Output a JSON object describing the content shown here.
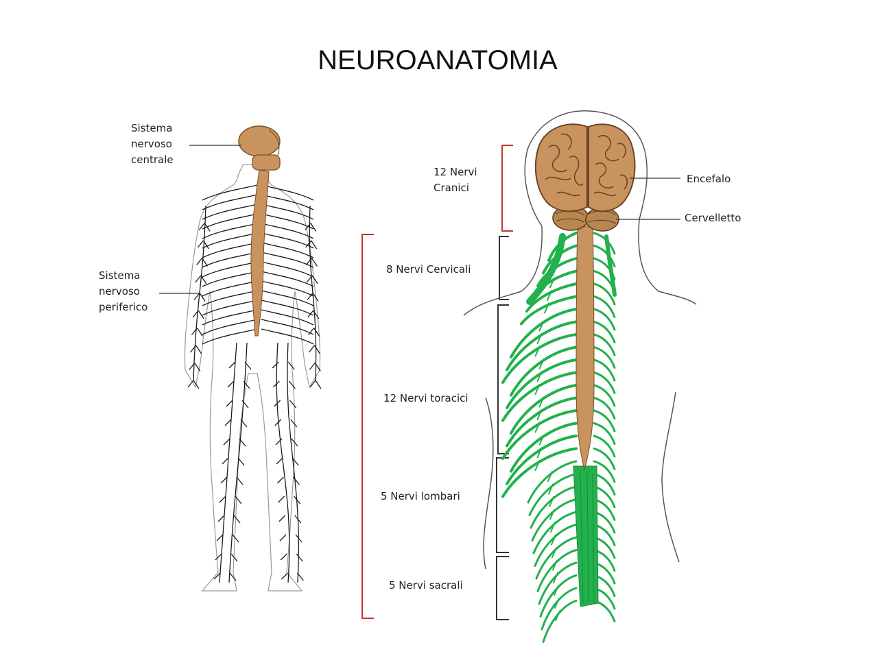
{
  "title": "NEUROANATOMIA",
  "colors": {
    "brain": "#c8935f",
    "brain_dark": "#7a4f2b",
    "peripheral_nerves": "#22b14c",
    "outline": "#333333",
    "bracket_red": "#c0392b"
  },
  "left_figure": {
    "labels": {
      "cns": [
        "Sistema",
        "nervoso",
        "centrale"
      ],
      "pns": [
        "Sistema",
        "nervoso",
        "periferico"
      ]
    }
  },
  "right_figure": {
    "labels": {
      "encephalon": "Encefalo",
      "cerebellum": "Cervelletto"
    },
    "nerve_groups": {
      "cranial": [
        "12 Nervi",
        "Cranici"
      ],
      "cervical": "8 Nervi Cervicali",
      "thoracic": "12 Nervi toracici",
      "lumbar": "5 Nervi lombari",
      "sacral": "5 Nervi sacrali"
    }
  }
}
